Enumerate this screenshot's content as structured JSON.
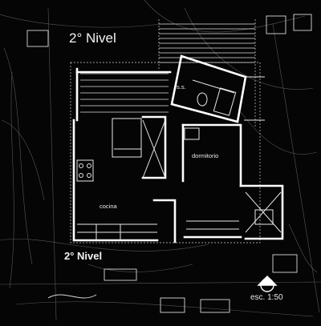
{
  "drawing": {
    "title_top": "2° Nivel",
    "title_bottom": "2° Nivel",
    "scale": "esc. 1:50"
  },
  "rooms": {
    "ss": "s.s.",
    "dormitorio": "dormitorio",
    "cocina": "cocina"
  },
  "colors": {
    "background": "#050505",
    "line": "#f0f0f0",
    "wall": "#ffffff"
  }
}
